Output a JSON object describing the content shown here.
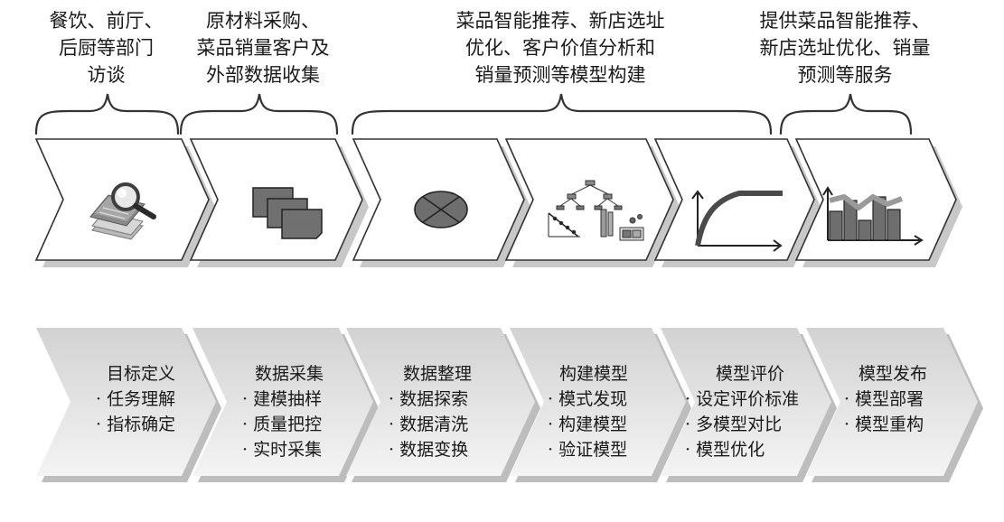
{
  "top_labels": [
    {
      "lines": [
        "餐饮、前厅、",
        "后厨等部门",
        "访谈"
      ]
    },
    {
      "lines": [
        "原材料采购、",
        "菜品销量客户及",
        "外部数据收集"
      ]
    },
    {
      "lines": [
        "菜品智能推荐、新店选址",
        "优化、客户价值分析和",
        "销量预测等模型构建"
      ]
    },
    {
      "lines": [
        "提供菜品智能推荐、",
        "新店选址优化、销量",
        "预测等服务"
      ]
    }
  ],
  "steps": [
    {
      "title": "目标定义",
      "items": [
        "· 任务理解",
        "· 指标确定"
      ]
    },
    {
      "title": "数据采集",
      "items": [
        "· 建模抽样",
        "· 质量把控",
        "· 实时采集"
      ]
    },
    {
      "title": "数据整理",
      "items": [
        "· 数据探索",
        "· 数据清洗",
        "· 数据变换"
      ]
    },
    {
      "title": "构建模型",
      "items": [
        "· 模式发现",
        "· 构建模型",
        "· 验证模型"
      ]
    },
    {
      "title": "模型评价",
      "items": [
        "· 设定评价标准",
        "· 多模型对比",
        "· 模型优化"
      ]
    },
    {
      "title": "模型发布",
      "items": [
        "· 模型部署",
        "· 模型重构"
      ]
    }
  ],
  "icons": [
    "magnifier-documents-icon",
    "stacked-cards-icon",
    "circle-cross-icon",
    "decision-tree-icon",
    "growth-curve-icon",
    "bar-line-chart-icon"
  ],
  "colors": {
    "arrow_fill": "#ffffff",
    "arrow_stroke": "#333333",
    "shadow": "#c8c8c8",
    "bottom_fill": "#e6e6e6",
    "icon_dark": "#6e6e6e",
    "curve": "#4a4a4a"
  }
}
